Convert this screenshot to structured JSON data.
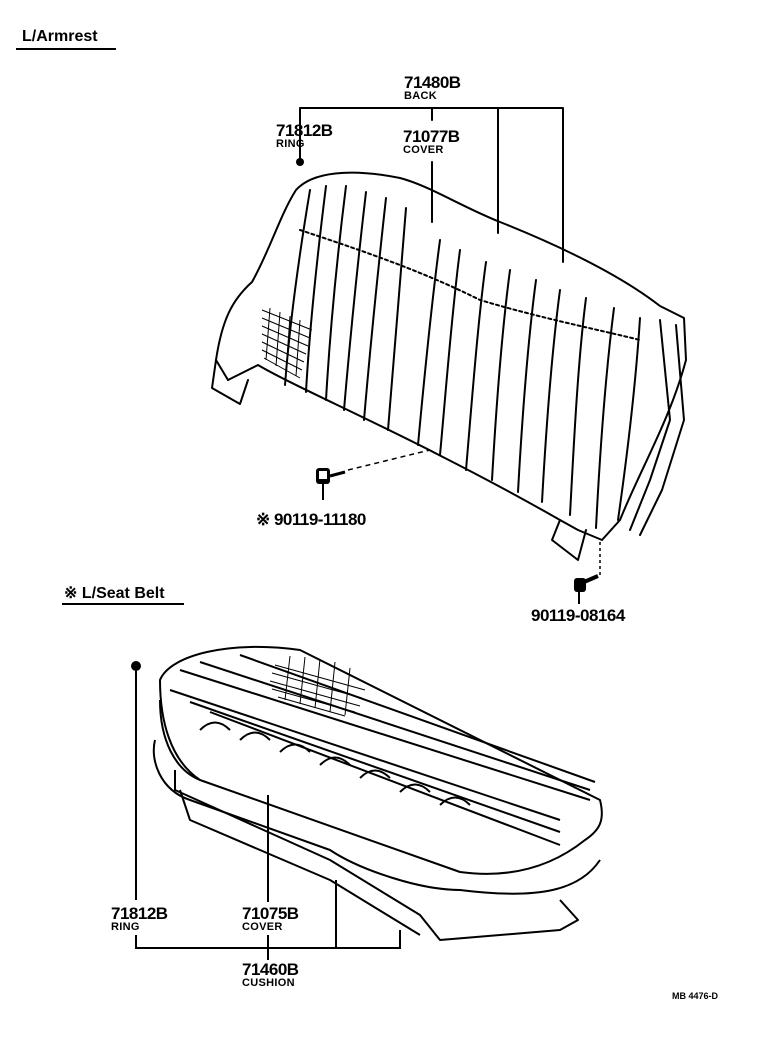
{
  "sections": {
    "armrest": {
      "label": "L/Armrest"
    },
    "seat_belt": {
      "label": "※ L/Seat Belt"
    }
  },
  "parts": {
    "back": {
      "number": "71480B",
      "name": "BACK"
    },
    "back_ring": {
      "number": "71812B",
      "name": "RING"
    },
    "back_cover": {
      "number": "71077B",
      "name": "COVER"
    },
    "bolt_left": {
      "number": "※ 90119-11180"
    },
    "bolt_right": {
      "number": "90119-08164"
    },
    "cushion_ring": {
      "number": "71812B",
      "name": "RING"
    },
    "cushion_cover": {
      "number": "71075B",
      "name": "COVER"
    },
    "cushion": {
      "number": "71460B",
      "name": "CUSHION"
    }
  },
  "diagram_code": "MB 4476-D"
}
